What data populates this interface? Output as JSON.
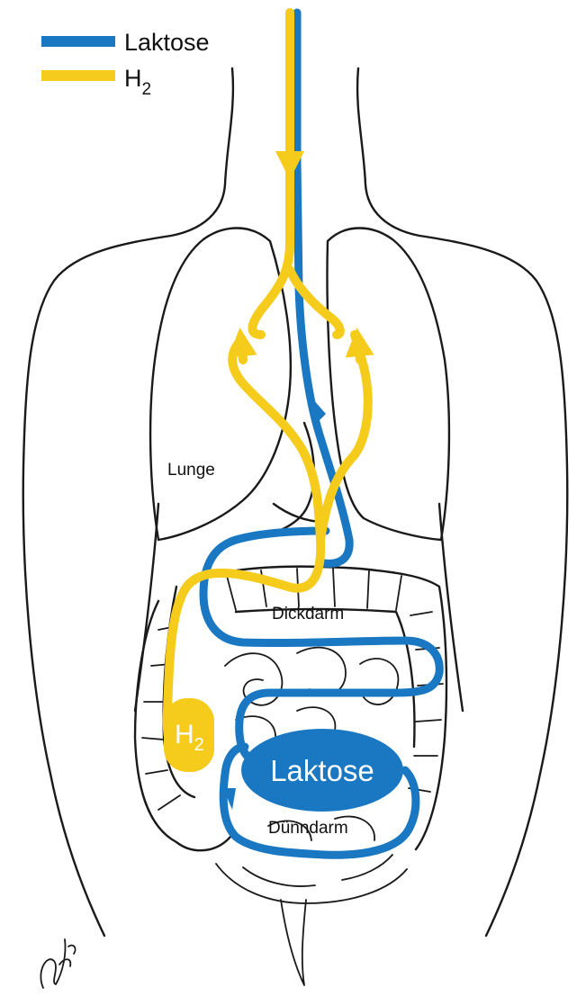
{
  "legend": [
    {
      "label": "Laktose",
      "color": "#1a78c2"
    },
    {
      "label": "H",
      "sub": "2",
      "color": "#f5cb1c"
    }
  ],
  "labels": {
    "lunge": "Lunge",
    "dickdarm": "Dickdarm",
    "duenndarm": "Dünndarm",
    "laktose_blob": "Laktose",
    "h2_blob": "H",
    "h2_blob_sub": "2"
  },
  "signature": "Voigts",
  "colors": {
    "laktose": "#1a78c2",
    "h2": "#f5cb1c",
    "outline": "#1a1a1a"
  }
}
